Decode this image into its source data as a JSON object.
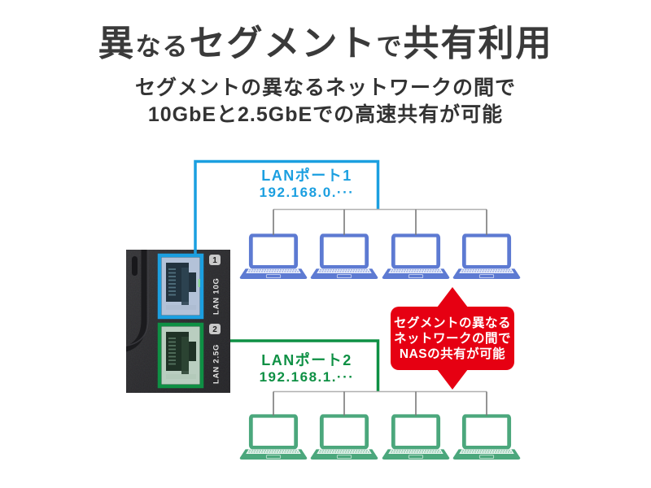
{
  "title": {
    "parts": [
      "異",
      "なる",
      "セグメント",
      "で",
      "共有利用"
    ]
  },
  "subtitle": {
    "lines": [
      "セグメントの異なるネットワークの間で",
      "10GbEと2.5GbEでの高速共有が可能"
    ]
  },
  "network1": {
    "name": "LANポート1",
    "ip": "192.168.0.···",
    "laptop_count": 4,
    "color": "#1b9fe0"
  },
  "network2": {
    "name": "LANポート2",
    "ip": "192.168.1.···",
    "laptop_count": 4,
    "color": "#0e9044"
  },
  "device": {
    "ports": [
      {
        "label": "LAN 10G",
        "number": "1",
        "accent": "#1b9fe0"
      },
      {
        "label": "LAN 2.5G",
        "number": "2",
        "accent": "#0e9044"
      }
    ]
  },
  "callout": {
    "lines": [
      "セグメントの異なる",
      "ネットワークの間で",
      "NASの共有が可能"
    ],
    "color": "#e60012"
  },
  "colors": {
    "title_text": "#3a3a3a",
    "laptop_blue": "#5d7ad2",
    "laptop_green": "#4ba77c",
    "bus_line": "#b0b0b0",
    "drop_line": "#7a7a7a"
  }
}
